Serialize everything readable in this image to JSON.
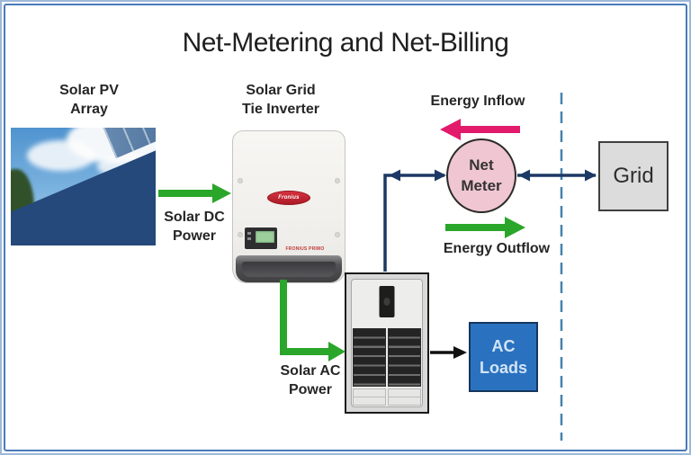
{
  "title": "Net-Metering and Net-Billing",
  "labels": {
    "solar_pv": "Solar PV\nArray",
    "inverter": "Solar Grid\nTie Inverter",
    "dc_power": "Solar DC\nPower",
    "ac_power": "Solar AC\nPower",
    "energy_inflow": "Energy Inflow",
    "energy_outflow": "Energy Outflow"
  },
  "nodes": {
    "net_meter": "Net\nMeter",
    "grid": "Grid",
    "ac_loads": "AC\nLoads"
  },
  "inverter_device": {
    "brand": "Fronius",
    "model": "FRONIUS PRIMO"
  },
  "colors": {
    "accent_border": "#4a7ab8",
    "navy": "#1c3864",
    "green": "#2aa62a",
    "pink": "#e11a6c",
    "meter_fill": "#f0c6d3",
    "grid_fill": "#dcdcdc",
    "loads_fill": "#2a72c0",
    "dashed_line": "#4781ad"
  }
}
